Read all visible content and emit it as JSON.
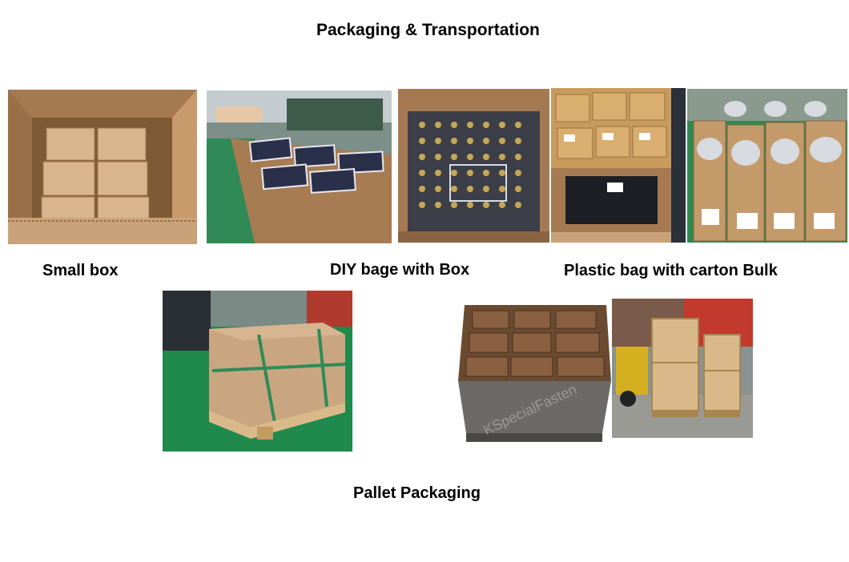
{
  "title": "Packaging & Transportation",
  "captions": {
    "small_box": "Small box",
    "diy_bag": "DIY bage with Box",
    "plastic_bag": "Plastic bag with carton Bulk",
    "pallet": "Pallet Packaging"
  },
  "watermark": "KSpecialFasten",
  "colors": {
    "cardboard": "#c9a27a",
    "cardboard_dark": "#8a6440",
    "factory_floor": "#1f8a4c",
    "strap": "#2e8b57",
    "wood": "#d9b98a"
  }
}
